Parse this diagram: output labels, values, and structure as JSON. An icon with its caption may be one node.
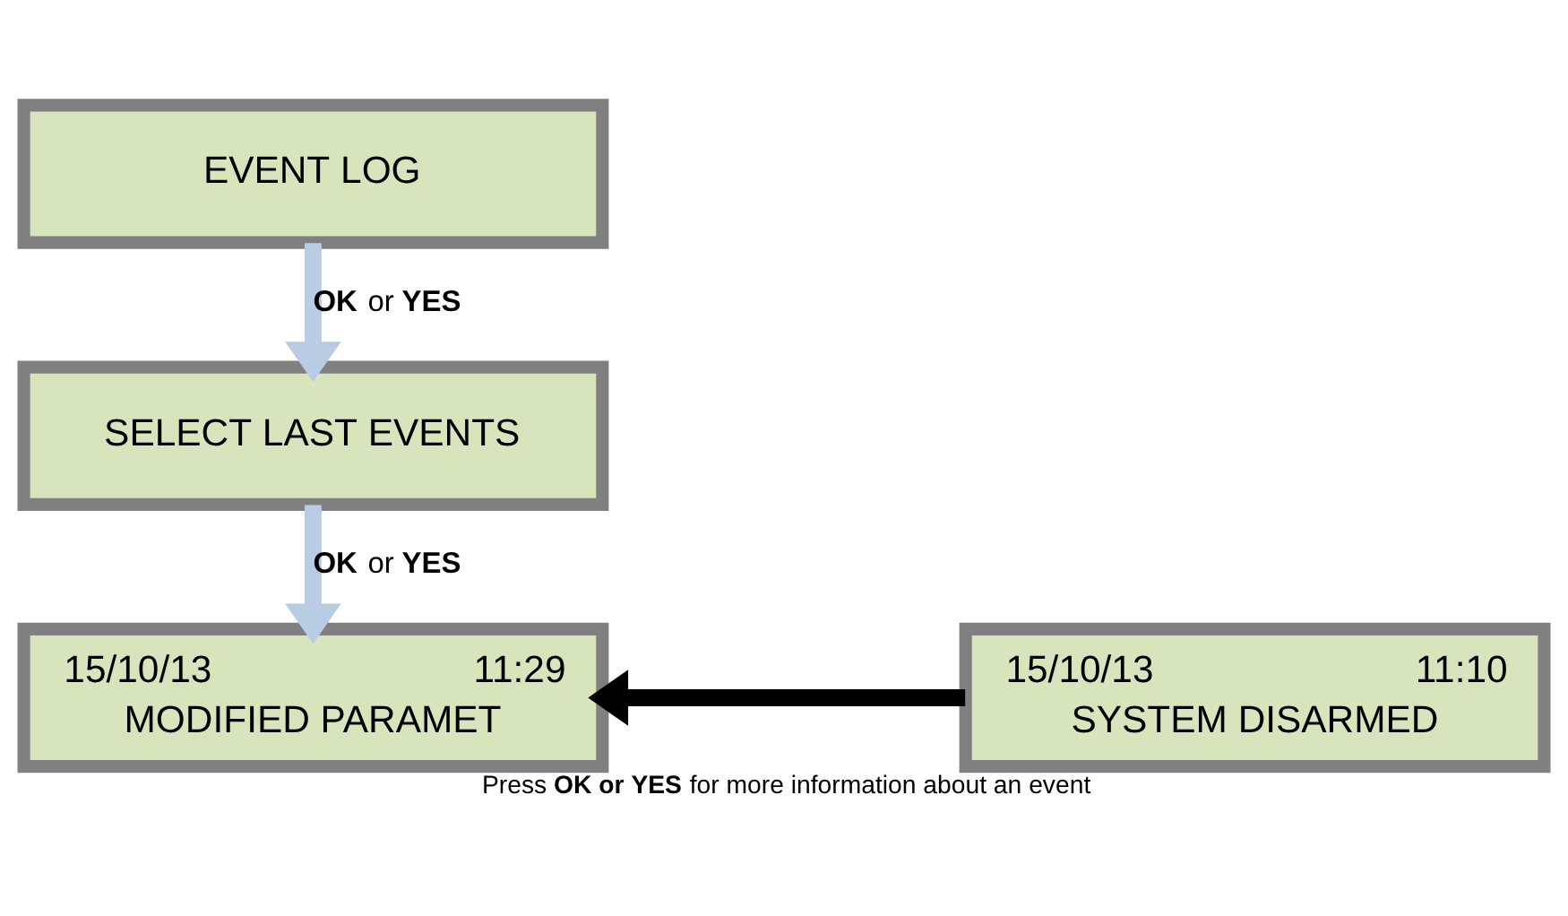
{
  "diagram": {
    "caption": "Press **OK or YES** for more information about an event",
    "nodes": [
      {
        "text": [
          "EVENT LOG"
        ]
      },
      {
        "text": [
          "SELECT LAST EVENTS"
        ]
      },
      {
        "text": [
          "15/10/13",
          "11:29",
          "MODIFIED PARAMET"
        ]
      },
      {
        "text": [
          "15/10/13",
          "11:10",
          "SYSTEM DISARMED"
        ]
      }
    ],
    "edges": [
      {
        "from": 0,
        "to": 1,
        "arrow": "to",
        "label": "**OK** or **YES**"
      },
      {
        "from": 1,
        "to": 2,
        "arrow": "to",
        "label": "**OK** or **YES**"
      },
      {
        "from": 3,
        "to": 2,
        "arrow": "to",
        "color": "#000000"
      }
    ]
  }
}
